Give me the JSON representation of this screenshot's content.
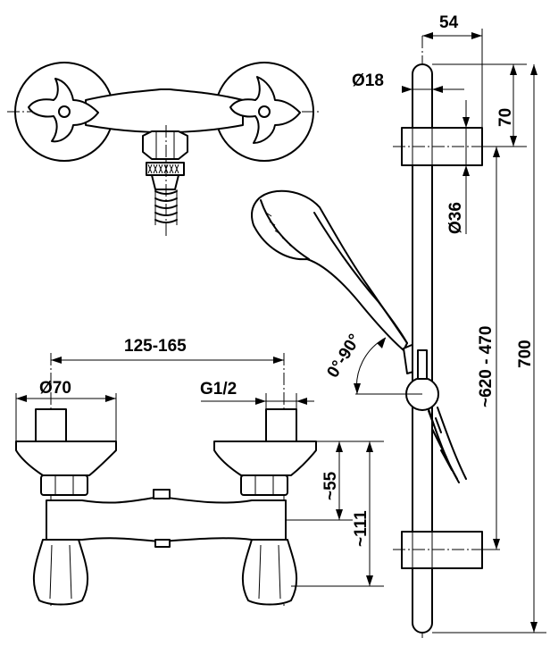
{
  "dimensions": {
    "bar_offset": "54",
    "rod_diameter": "Ø18",
    "top_clamp_height": "70",
    "holder_diameter": "Ø36",
    "height_range": "~620 - 470",
    "total_height": "700",
    "tilt_angle": "0°-90°",
    "center_distance": "125-165",
    "rosette_diameter": "Ø70",
    "thread": "G1/2",
    "height_55": "~55",
    "height_111": "~111"
  },
  "colors": {
    "line": "#000000",
    "background": "#ffffff"
  }
}
